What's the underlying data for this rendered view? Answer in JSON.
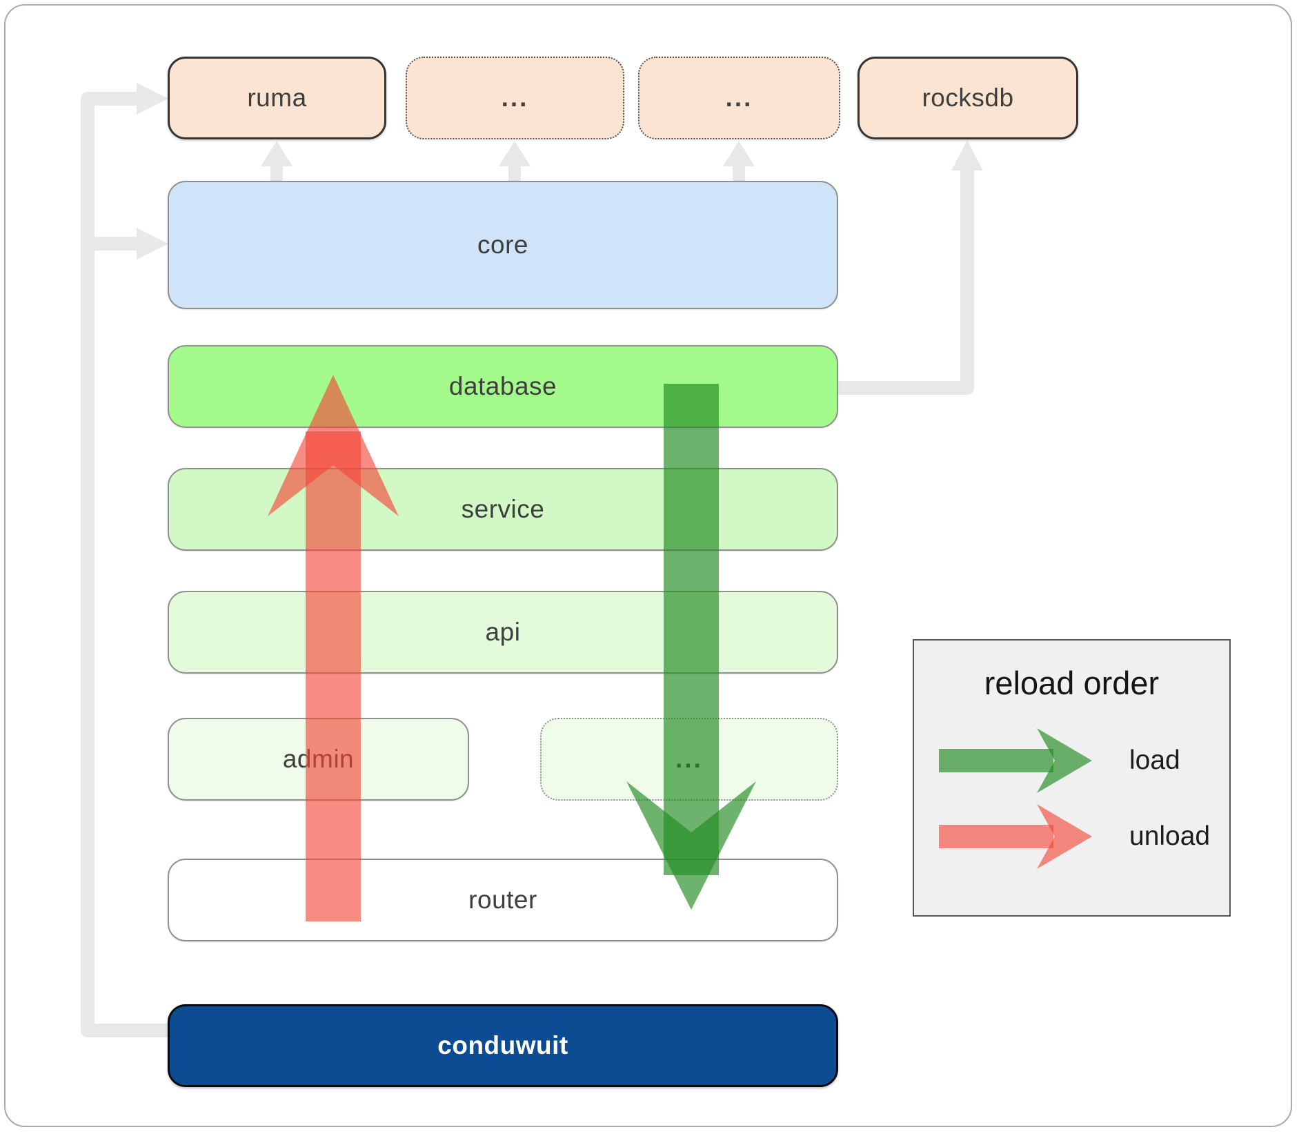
{
  "boxes": {
    "ruma": "ruma",
    "dots_a": "...",
    "dots_b": "...",
    "rocksdb": "rocksdb",
    "core": "core",
    "database": "database",
    "service": "service",
    "api": "api",
    "admin": "admin",
    "admin_dots": "...",
    "router": "router",
    "conduwuit": "conduwuit"
  },
  "legend": {
    "title": "reload order",
    "load_label": "load",
    "unload_label": "unload"
  },
  "colors": {
    "load_arrow": "#228b22",
    "unload_arrow": "#f44336",
    "connector": "#e8e8e8",
    "ruma_fill": "#fbe4d1",
    "core_fill": "#cfe4f9",
    "database_fill": "#a4fa8b",
    "service_fill": "#d2f8c5",
    "api_fill": "#e4fbdb",
    "admin_fill": "#eefce9",
    "router_fill": "#ffffff",
    "conduwuit_fill": "#0d4c92",
    "legend_bg": "#f0f0f0"
  }
}
